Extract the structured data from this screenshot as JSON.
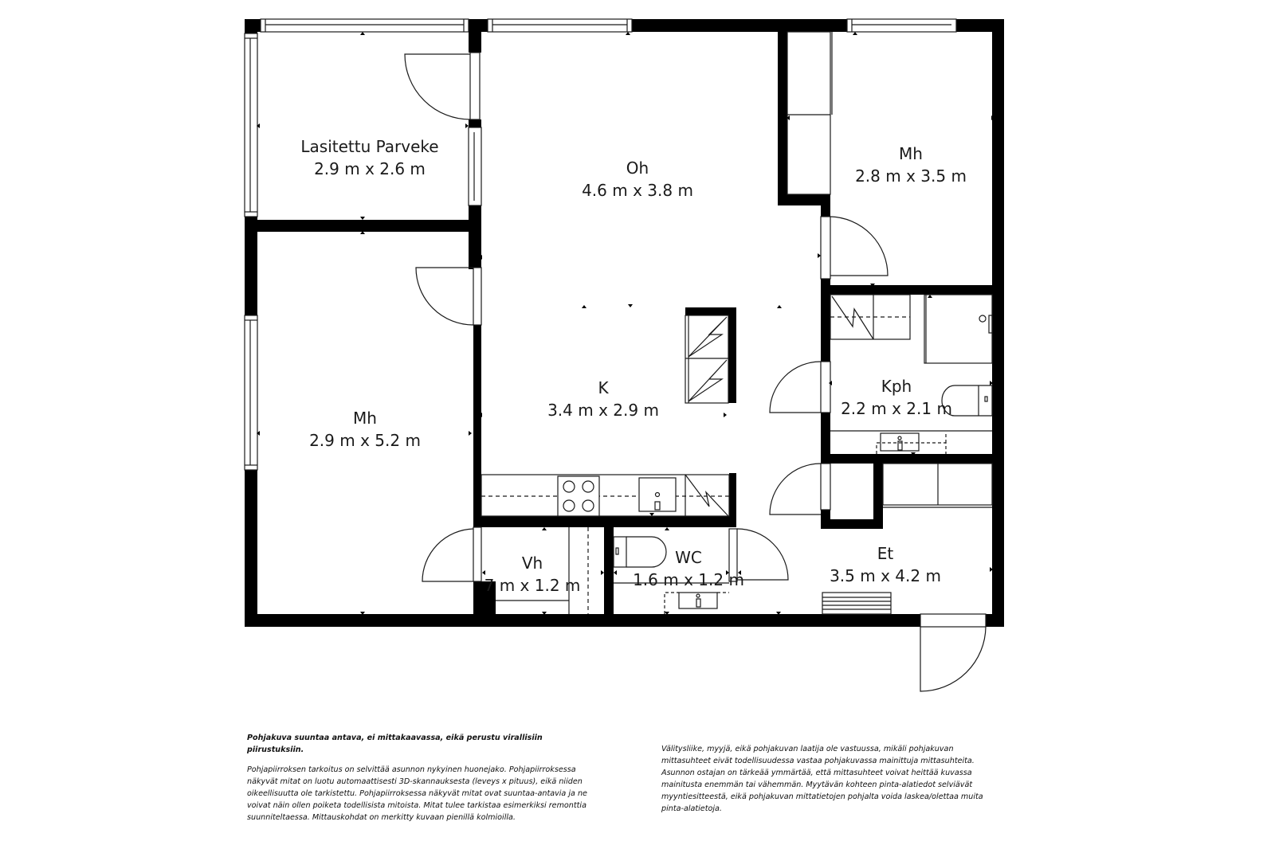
{
  "floorplan": {
    "colors": {
      "wall": "#000000",
      "line": "#1a1a1a",
      "background": "#ffffff"
    },
    "rooms": [
      {
        "id": "balcony",
        "name": "Lasitettu Parveke",
        "size": "2.9 m x 2.6 m"
      },
      {
        "id": "living",
        "name": "Oh",
        "size": "4.6 m x 3.8 m"
      },
      {
        "id": "bedroom-ne",
        "name": "Mh",
        "size": "2.8 m x 3.5 m"
      },
      {
        "id": "bedroom-w",
        "name": "Mh",
        "size": "2.9 m x 5.2 m"
      },
      {
        "id": "kitchen",
        "name": "K",
        "size": "3.4 m x 2.9 m"
      },
      {
        "id": "bathroom",
        "name": "Kph",
        "size": "2.2 m x 2.1 m"
      },
      {
        "id": "closet",
        "name": "Vh",
        "size": "7 m x 1.2 m"
      },
      {
        "id": "wc",
        "name": "WC",
        "size": "1.6 m x 1.2 m"
      },
      {
        "id": "hallway",
        "name": "Et",
        "size": "3.5 m x 4.2 m"
      }
    ]
  },
  "disclaimer": {
    "left": {
      "heading": "Pohjakuva suuntaa antava, ei mittakaavassa, eikä perustu virallisiin piirustuksiin.",
      "body": "Pohjapiirroksen tarkoitus on selvittää asunnon nykyinen huonejako. Pohjapiirroksessa näkyvät mitat on luotu automaattisesti 3D-skannauksesta (leveys x pituus), eikä niiden oikeellisuutta ole tarkistettu. Pohjapiirroksessa näkyvät mitat ovat suuntaa-antavia ja ne voivat näin ollen poiketa todellisista mitoista. Mitat tulee tarkistaa esimerkiksi remonttia suunniteltaessa. Mittauskohdat on merkitty kuvaan pienillä kolmioilla."
    },
    "right": {
      "body": "Välitysliike, myyjä, eikä pohjakuvan laatija ole vastuussa, mikäli pohjakuvan mittasuhteet eivät todellisuudessa vastaa pohjakuvassa mainittuja mittasuhteita. Asunnon ostajan on tärkeää ymmärtää, että mittasuhteet voivat heittää kuvassa mainitusta enemmän tai vähemmän. Myytävän kohteen pinta-alatiedot selviävät myyntiesitteestä, eikä pohjakuvan mittatietojen pohjalta voida laskea/olettaa muita pinta-alatietoja."
    }
  }
}
